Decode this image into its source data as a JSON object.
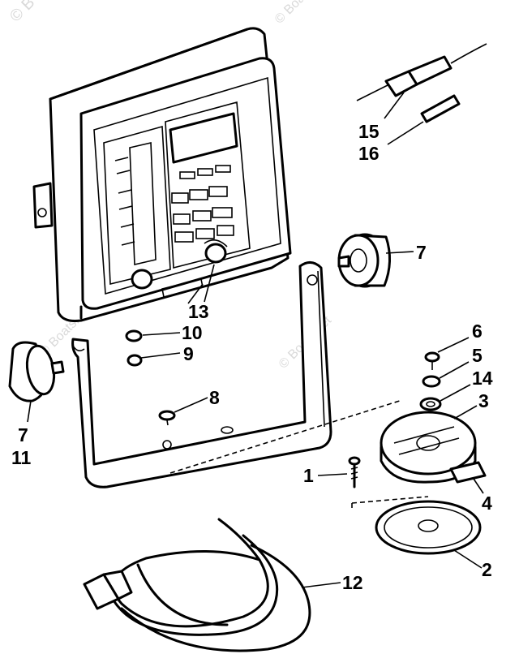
{
  "watermark": {
    "corner": "© B",
    "top": "© Boats",
    "middle": "© Boats.net",
    "right": "© Boats.net"
  },
  "callouts": {
    "p1": "1",
    "p2": "2",
    "p3": "3",
    "p4": "4",
    "p5": "5",
    "p6": "6",
    "p7_right": "7",
    "p7_left": "7",
    "p8": "8",
    "p9": "9",
    "p10": "10",
    "p11": "11",
    "p12": "12",
    "p13": "13",
    "p14": "14",
    "p15": "15",
    "p16": "16"
  }
}
